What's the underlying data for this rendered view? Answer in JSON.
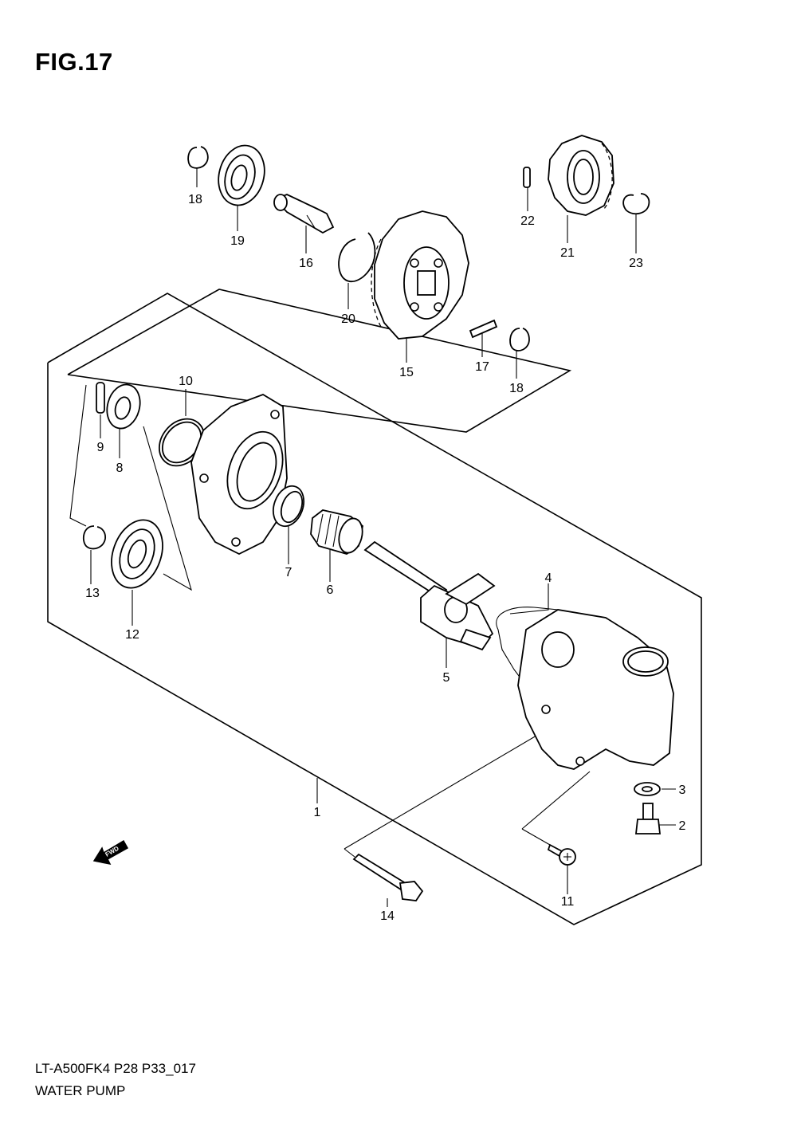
{
  "header": {
    "figure_label": "FIG.17"
  },
  "footer": {
    "model_code": "LT-A500FK4 P28 P33_017",
    "title": "WATER PUMP"
  },
  "direction_arrow": {
    "label": "FWD",
    "icon": "fwd-arrow-icon"
  },
  "callouts": [
    {
      "id": "c1",
      "label": "1"
    },
    {
      "id": "c2",
      "label": "2"
    },
    {
      "id": "c3",
      "label": "3"
    },
    {
      "id": "c4",
      "label": "4"
    },
    {
      "id": "c5",
      "label": "5"
    },
    {
      "id": "c6",
      "label": "6"
    },
    {
      "id": "c7",
      "label": "7"
    },
    {
      "id": "c8",
      "label": "8"
    },
    {
      "id": "c9",
      "label": "9"
    },
    {
      "id": "c10",
      "label": "10"
    },
    {
      "id": "c11",
      "label": "11"
    },
    {
      "id": "c12",
      "label": "12"
    },
    {
      "id": "c13",
      "label": "13"
    },
    {
      "id": "c14",
      "label": "14"
    },
    {
      "id": "c15",
      "label": "15"
    },
    {
      "id": "c16",
      "label": "16"
    },
    {
      "id": "c17",
      "label": "17"
    },
    {
      "id": "c18a",
      "label": "18"
    },
    {
      "id": "c18b",
      "label": "18"
    },
    {
      "id": "c19",
      "label": "19"
    },
    {
      "id": "c20",
      "label": "20"
    },
    {
      "id": "c21",
      "label": "21"
    },
    {
      "id": "c22",
      "label": "22"
    },
    {
      "id": "c23",
      "label": "23"
    }
  ]
}
